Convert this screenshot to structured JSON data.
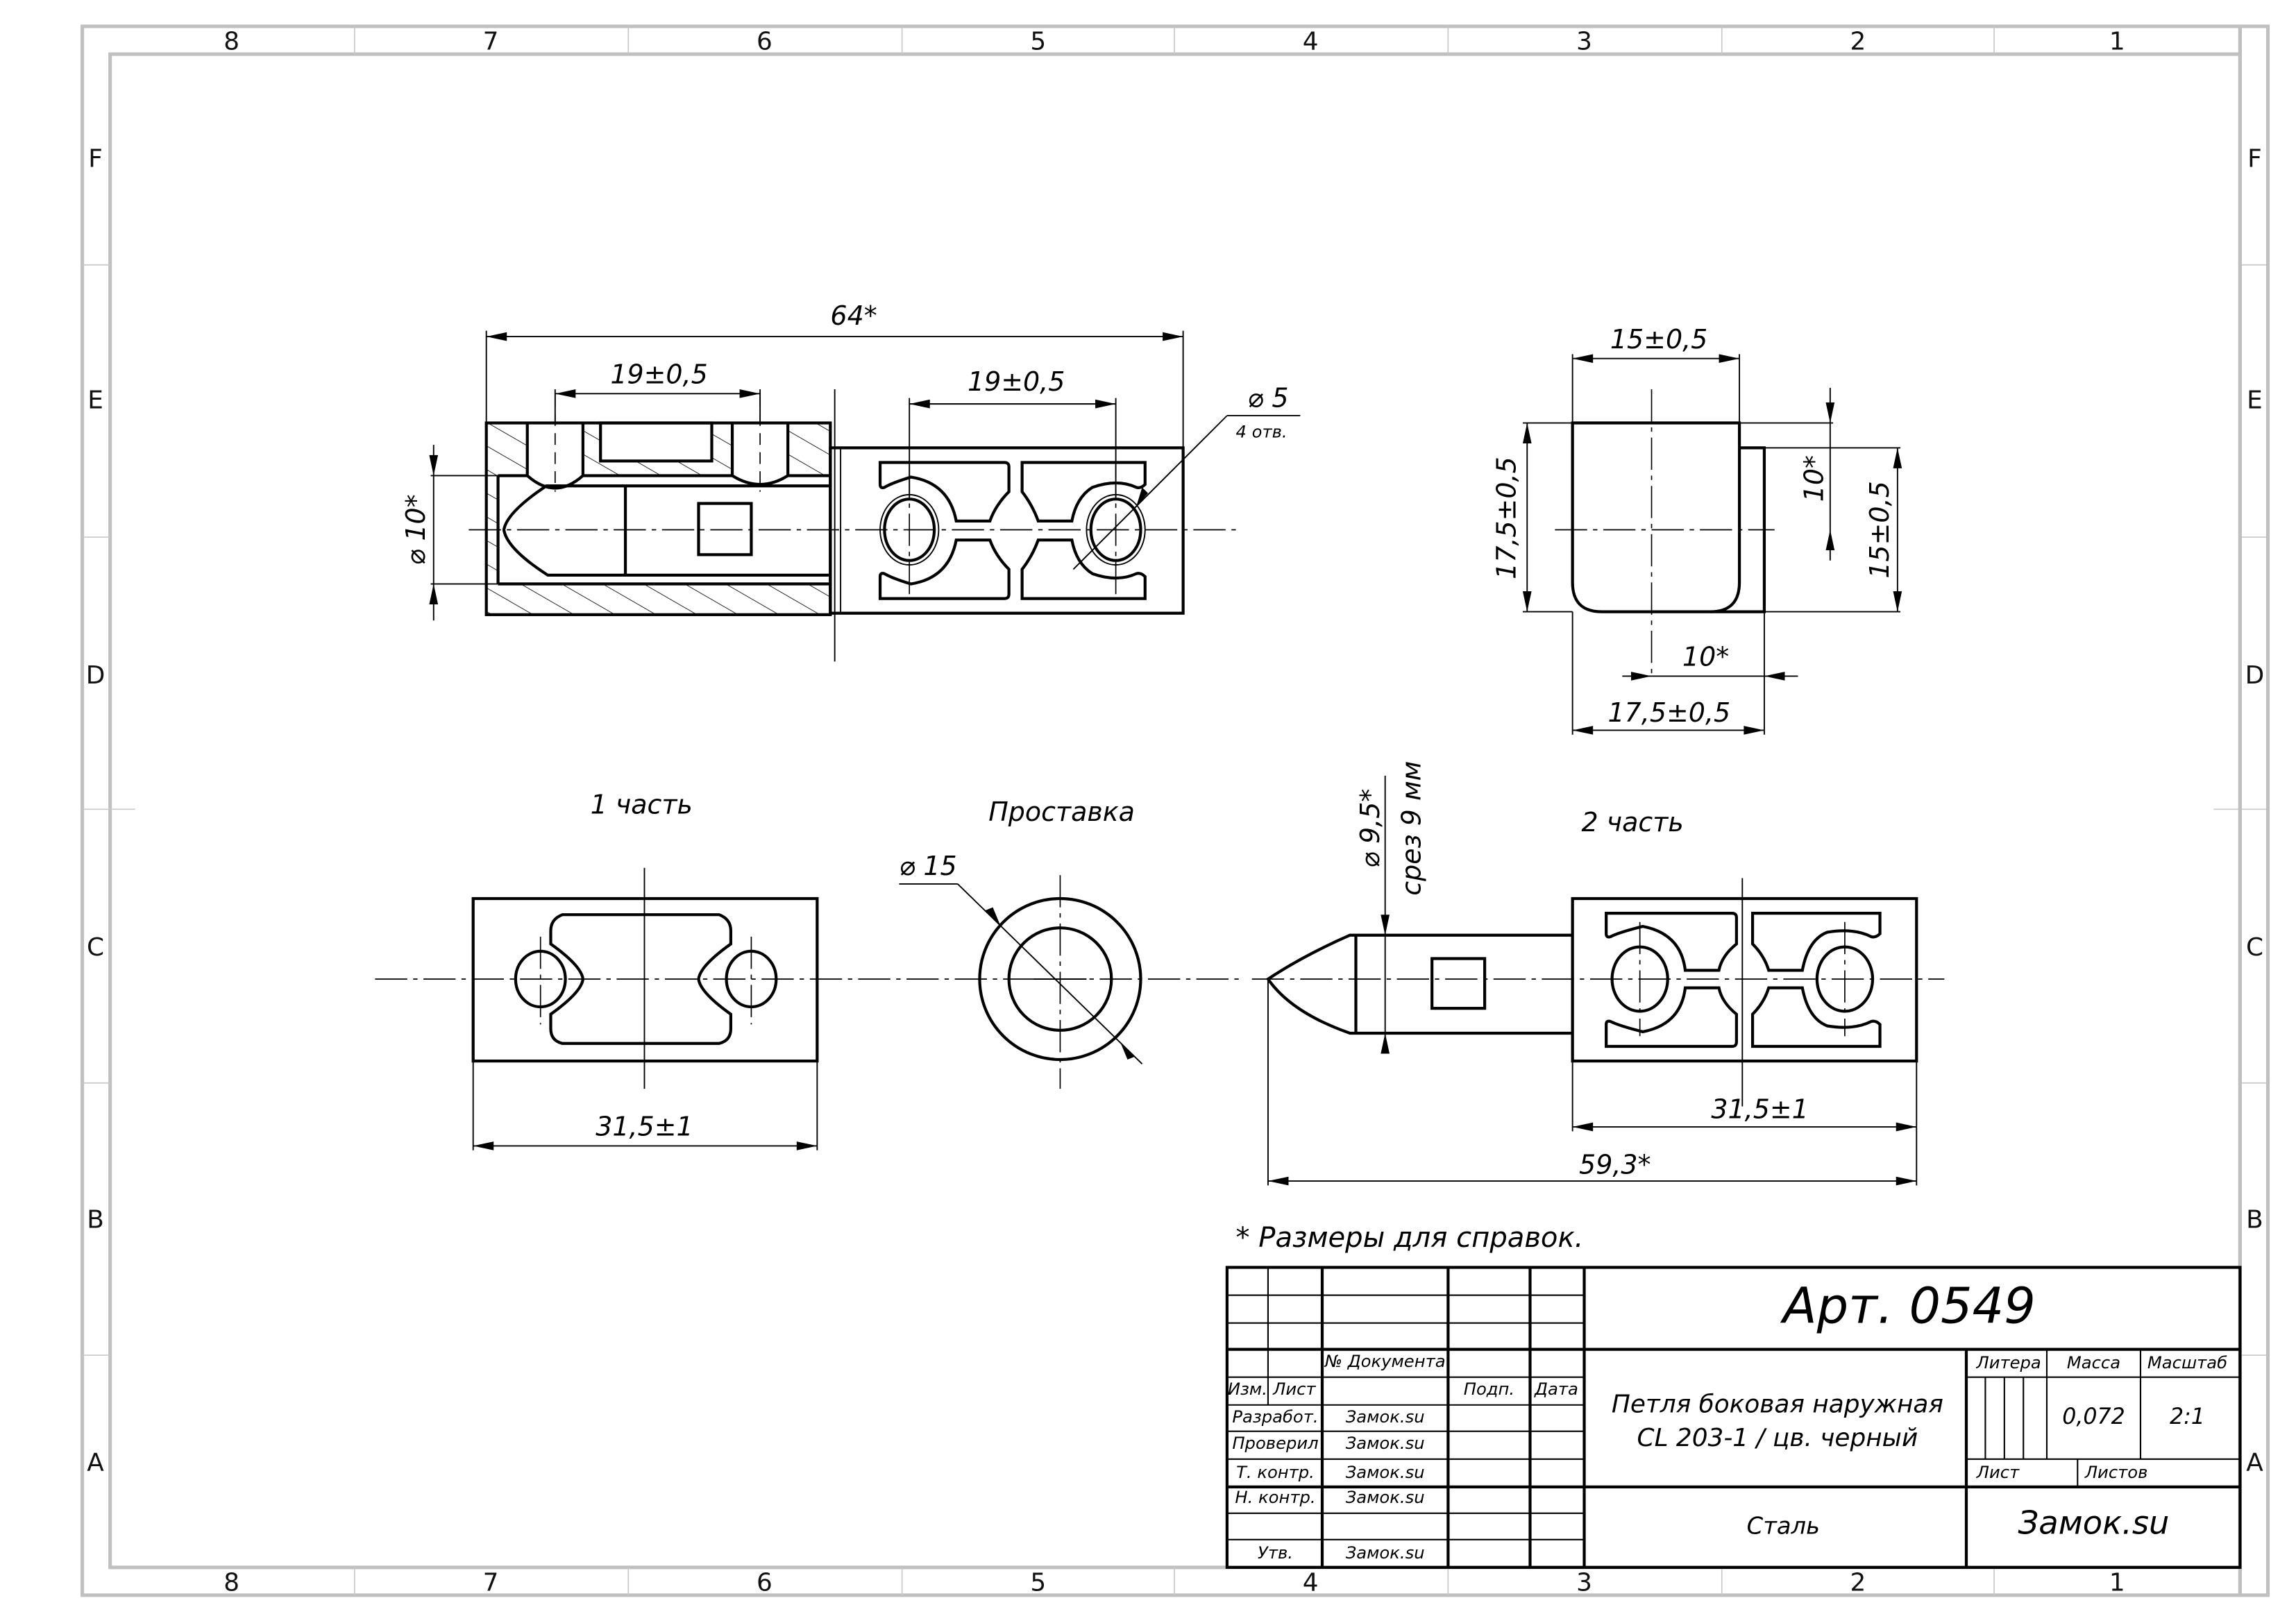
{
  "sheet": {
    "column_labels": [
      "8",
      "7",
      "6",
      "5",
      "4",
      "3",
      "2",
      "1"
    ],
    "row_labels": [
      "F",
      "E",
      "D",
      "C",
      "B",
      "A"
    ]
  },
  "views": {
    "top_assembly": {
      "dim_overall": "64*",
      "dim_holes_left": "19±0,5",
      "dim_holes_right": "19±0,5",
      "dim_pin_diameter": "⌀ 10*",
      "dim_hole_diameter": "⌀ 5",
      "hole_count_note": "4 отв."
    },
    "side_view": {
      "dim_width_top": "15±0,5",
      "dim_height_left": "17,5±0,5",
      "dim_offset_right": "10*",
      "dim_height_right": "15±0,5",
      "dim_offset_bottom": "10*",
      "dim_width_bottom": "17,5±0,5"
    },
    "part1": {
      "title": "1 часть",
      "dim_length": "31,5±1"
    },
    "spacer": {
      "title": "Проставка",
      "dim_diameter": "⌀ 15"
    },
    "part2": {
      "title": "2 часть",
      "dim_pin": "⌀ 9,5*",
      "dim_pin_note": "срез 9 мм",
      "dim_plate_length": "31,5±1",
      "dim_total_length": "59,3*"
    }
  },
  "note": "* Размеры для справок.",
  "title_block": {
    "article": "Арт. 0549",
    "name_line1": "Петля боковая наружная",
    "name_line2": "CL 203-1 / цв. черный",
    "material": "Сталь",
    "company": "Замок.su",
    "headers": {
      "doc_number": "№ Документа",
      "change": "Изм.",
      "sheet": "Лист",
      "signature": "Подп.",
      "date": "Дата",
      "litera": "Литера",
      "mass": "Масса",
      "scale": "Масштаб",
      "sheet_label": "Лист",
      "sheets_label": "Листов"
    },
    "mass_value": "0,072",
    "scale_value": "2:1",
    "roles": [
      {
        "role": "Разработ.",
        "name": "Замок.su"
      },
      {
        "role": "Проверил",
        "name": "Замок.su"
      },
      {
        "role": "Т. контр.",
        "name": "Замок.su"
      },
      {
        "role": "Н. контр.",
        "name": "Замок.su"
      },
      {
        "role": "",
        "name": ""
      },
      {
        "role": "Утв.",
        "name": "Замок.su"
      }
    ]
  }
}
